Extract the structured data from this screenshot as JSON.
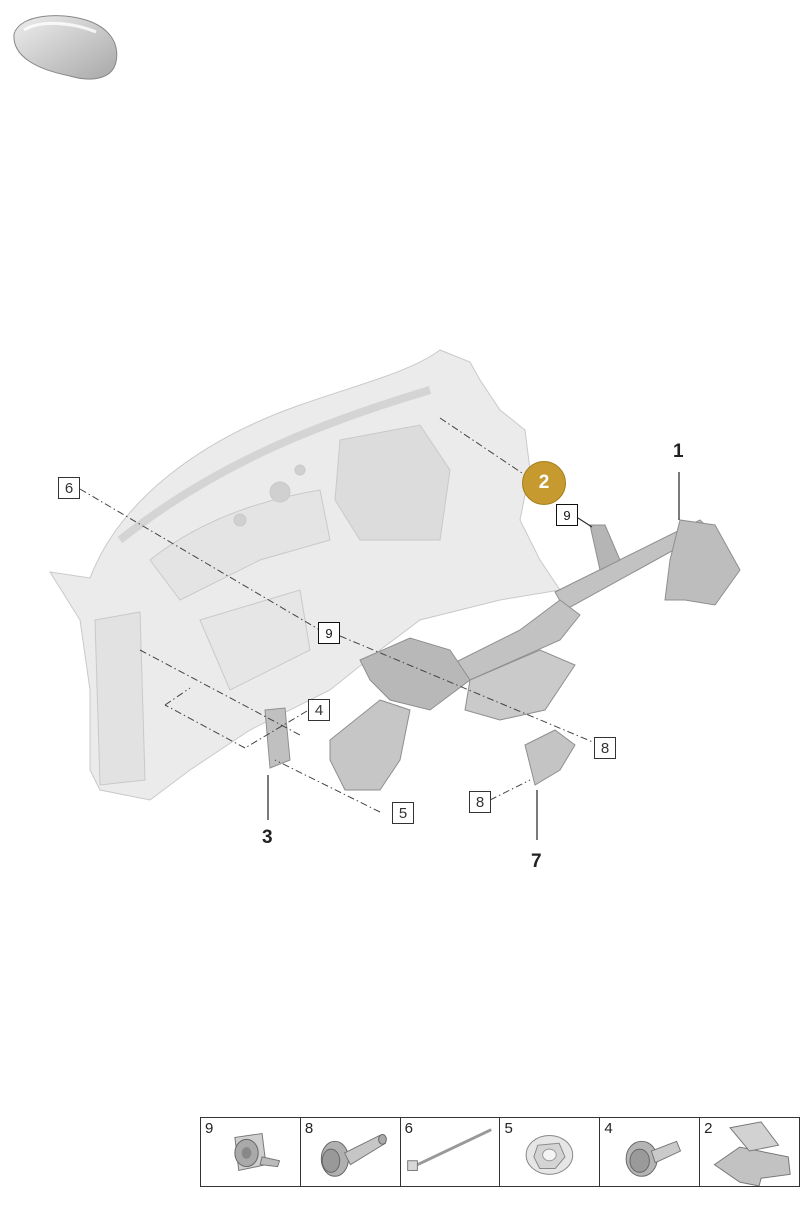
{
  "callouts": {
    "c6": "6",
    "c9_top": "9",
    "c9_mid": "9",
    "c4": "4",
    "c5": "5",
    "c8_right": "8",
    "c8_lower": "8"
  },
  "part_numbers": {
    "p1": "1",
    "p3": "3",
    "p7": "7"
  },
  "highlight": {
    "label": "2",
    "color": "#c69a2e"
  },
  "legend": [
    {
      "label": "9",
      "icon": "clip-nut-icon"
    },
    {
      "label": "8",
      "icon": "bolt-with-collar-icon"
    },
    {
      "label": "6",
      "icon": "long-threaded-rod-icon"
    },
    {
      "label": "5",
      "icon": "flange-nut-icon"
    },
    {
      "label": "4",
      "icon": "short-bolt-icon"
    },
    {
      "label": "2",
      "icon": "bracket-plate-icon"
    }
  ]
}
